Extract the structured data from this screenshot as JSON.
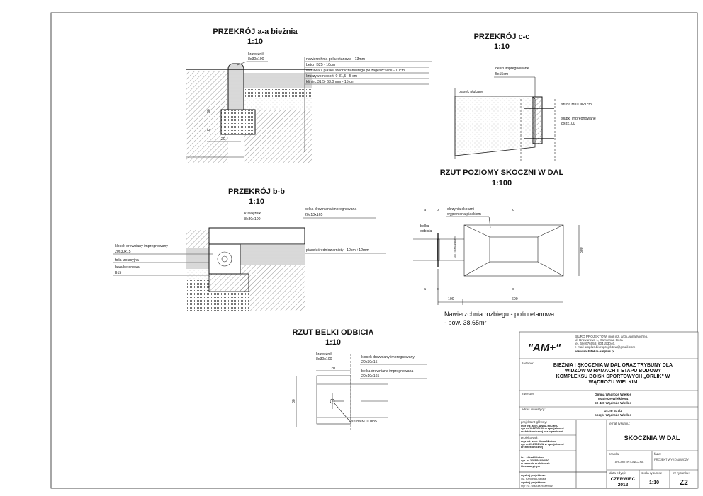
{
  "section_aa": {
    "title": "PRZEKRÓJ a-a bieżnia",
    "scale": "1:10",
    "kerb_label_1": "krawężnik",
    "kerb_label_2": "8x30x100",
    "layers": [
      "nawierzchnia poliuretanowa - 13mm",
      "beton B25 - 10cm",
      "warstwa z piasku średnioziarnistego po zagęszczeniu- 10cm",
      "kruszywo niesort. 0-31,5 - 5 cm",
      "kliniec 31,5- 63,0 mm -  15 cm"
    ],
    "dim_width": "20",
    "dim_height": "30",
    "dim_small": "8"
  },
  "section_cc": {
    "title": "PRZEKRÓJ c-c",
    "scale": "1:10",
    "boards_1": "deski impregnowane",
    "boards_2": "5x15cm",
    "sand": "piasek płukany",
    "bolt": "śruba M10 l=21cm",
    "posts_1": "słupki impregnowane",
    "posts_2": "8x8x100"
  },
  "plan": {
    "title": "RZUT POZIOMY SKOCZNI W DAL",
    "scale": "1:100",
    "pit_1": "skrzynia skoczni",
    "pit_2": "wypełniona piaskiem",
    "board_1": "belka",
    "board_2": "odbicia",
    "runway_dim": "100 z krawężnikami",
    "dim_300": "300",
    "dim_100": "100",
    "dim_600": "600",
    "markers": [
      "a",
      "b",
      "c"
    ],
    "surface_1": "Nawierzchnia rozbiegu - poliuretanowa",
    "surface_2": "- pow. 38,65m²"
  },
  "section_bb": {
    "title": "PRZEKRÓJ b-b",
    "scale": "1:10",
    "kerb_1": "krawężnik",
    "kerb_2": "8x30x100",
    "beam_1": "belka drewniana impregnowana",
    "beam_2": "20x10x165",
    "block_1": "klocek drewniany impregnowany",
    "block_2": "20x30x15",
    "foil": "folia izolacyjna",
    "footing_1": "ława betonowa",
    "footing_2": "B15",
    "sand": "piasek średnioziarnisty - 10cm +12mm"
  },
  "beam_plan": {
    "title": "RZUT BELKI ODBICIA",
    "scale": "1:10",
    "kerb_1": "krawężnik",
    "kerb_2": "8x30x100",
    "block_1": "klocek drewniany impregnowany",
    "block_2": "20x30x15",
    "beam_1": "belka drewniana impregnowana",
    "beam_2": "20x10x165",
    "dim_20": "20",
    "dim_30": "30",
    "bolt": "śruba M10 l=35"
  },
  "title_block": {
    "logo": "\"AM+\"",
    "office": [
      "BIURO PROJEKTÓW; mgr inż. arch.Anna Michno,",
      "ul. Browarowa 1, Kamienna Góra",
      "tel. 604676058, 604153046,",
      "e-mail amplus.biuroprojektow@gmail.com",
      "www.architekci-amplus.pl"
    ],
    "task_label": "zadanie:",
    "task": [
      "BIEŻNIA I SKOCZNIA W DAL ORAZ TRYBUNY DLA",
      "WIDZÓW W RAMACH II ETAPU BUDOWY",
      "KOMPLEKSU BOISK SPORTOWYCH „ORLIK\" W",
      "WĄDROŻU WIELKIM"
    ],
    "investor_label": "inwestor:",
    "investor": [
      "Gmina Wądroże Wielkie",
      "Wądroże Wielkie 64",
      "59-430 Wądroże Wielkie"
    ],
    "address_label": "adres inwestycji:",
    "address": [
      "Dz. nr 317/2",
      "obręb: Wądroże Wielkie"
    ],
    "chief_designer_label": "projektant główny:",
    "chief_designer": [
      "mgr inż. arch. ANNA MICHNO",
      "upr nr 294/00DUW w specjalności",
      "architektonicznej bez ograniczeń"
    ],
    "designer_label": "projektował:",
    "designer": [
      "mgr inż. arch. Anna Michno",
      "upr nr 294/00DUW w specjalności",
      "architektonicznej"
    ],
    "engineer": [
      "inż. Alfred Michno",
      "upr. nr 2605/94/UW/JG",
      "w zakresie arch-konstr",
      "i instalacyjnym"
    ],
    "assistant1_label": "wystrój projektowe:",
    "assistant1": "inż. Karolina Drapała",
    "assistant2_label": "wystrój projektowe:",
    "assistant2": "mgr inż. Urszula Różewicz",
    "drawing_topic_label": "temat rysunku:",
    "drawing_topic": "SKOCZNIA W DAL",
    "branch_label": "branża:",
    "branch": "ARCHITEKTONICZNA",
    "phase_label": "faza:",
    "phase": "PROJEKT WYKONAWCZY",
    "date_label": "data edycji:",
    "date_1": "CZERWIEC",
    "date_2": "2012",
    "scale_label": "skala rysunku:",
    "scale": "1:10",
    "number_label": "nr rysunku:",
    "number": "Z2"
  }
}
